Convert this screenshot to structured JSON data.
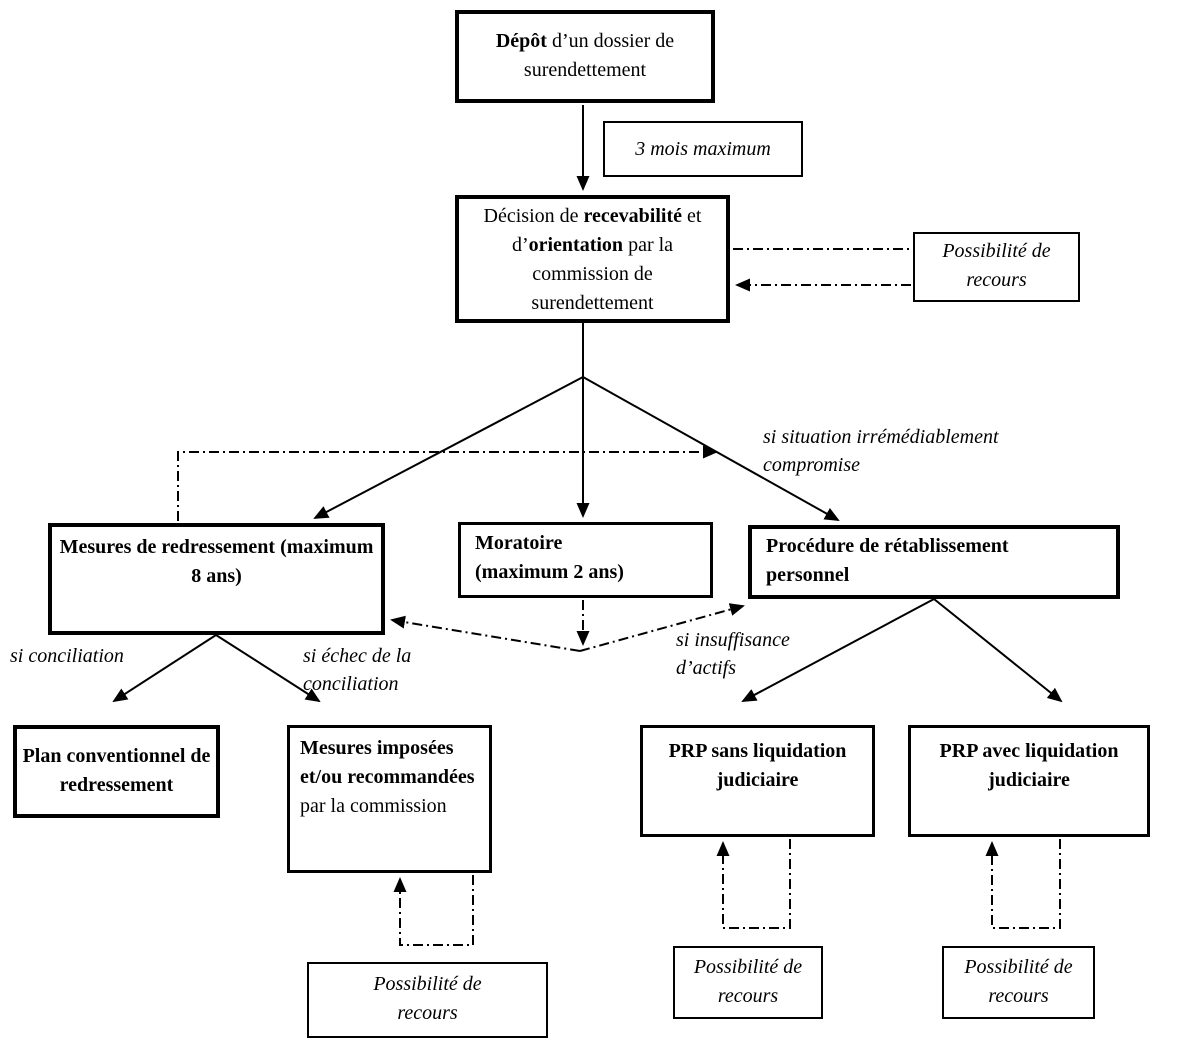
{
  "nodes": {
    "depot": {
      "bold": "Dépôt",
      "rest": " d’un dossier de surendettement"
    },
    "delai": {
      "label": "3 mois maximum"
    },
    "decision": {
      "p1": "Décision de ",
      "b1": "recevabilité",
      "p2": " et d’",
      "b2": "orientation",
      "p3": " par la commission de surendettement"
    },
    "mesures": {
      "label": "Mesures de redressement (maximum 8 ans)"
    },
    "moratoire": {
      "line1": "Moratoire",
      "line2": "(maximum 2 ans)"
    },
    "procedure": {
      "line1": "Procédure de rétablissement",
      "line2": "personnel"
    },
    "plan": {
      "label": "Plan conventionnel de redressement"
    },
    "imposees": {
      "bold": "Mesures imposées et/ou recommandées",
      "rest": " par la commission"
    },
    "prp_sans": {
      "label": "PRP sans liquidation judiciaire"
    },
    "prp_avec": {
      "label": "PRP avec liquidation judiciaire"
    },
    "recours": {
      "line1": "Possibilité de",
      "line2": "recours"
    }
  },
  "edge_labels": {
    "si_situation": "si situation irrémédiablement compromise",
    "si_conciliation": "si conciliation",
    "si_echec": "si échec de la conciliation",
    "si_insuffisance": "si insuffisance d’actifs"
  },
  "colors": {
    "ink": "#000000",
    "background": "#ffffff"
  }
}
